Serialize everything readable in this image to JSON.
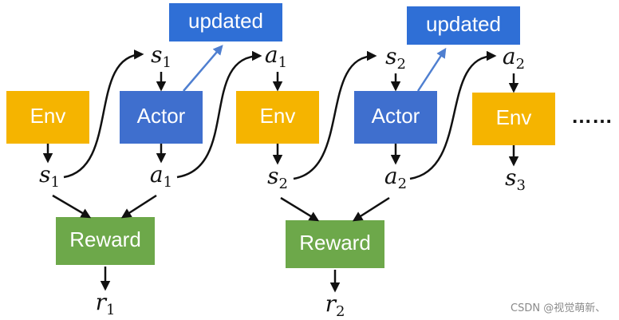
{
  "colors": {
    "env": "#f5b400",
    "actor": "#3f6fce",
    "updated": "#2f6fd6",
    "reward": "#6da84a",
    "arrow": "#111111",
    "update_arrow": "#4f7fd0"
  },
  "boxes": {
    "env1": "Env",
    "actor1": "Actor",
    "env2": "Env",
    "actor2": "Actor",
    "env3": "Env",
    "updated1": "updated",
    "updated2": "updated",
    "reward1": "Reward",
    "reward2": "Reward"
  },
  "vars": {
    "s1_top": {
      "base": "s",
      "sub": "1"
    },
    "a1_top": {
      "base": "a",
      "sub": "1"
    },
    "s2_top": {
      "base": "s",
      "sub": "2"
    },
    "a2_top": {
      "base": "a",
      "sub": "2"
    },
    "s1_bot": {
      "base": "s",
      "sub": "1"
    },
    "a1_bot": {
      "base": "a",
      "sub": "1"
    },
    "s2_bot": {
      "base": "s",
      "sub": "2"
    },
    "a2_bot": {
      "base": "a",
      "sub": "2"
    },
    "s3_bot": {
      "base": "s",
      "sub": "3"
    },
    "r1": {
      "base": "r",
      "sub": "1"
    },
    "r2": {
      "base": "r",
      "sub": "2"
    }
  },
  "ellipsis": "……",
  "watermark": "CSDN @视觉萌新、"
}
